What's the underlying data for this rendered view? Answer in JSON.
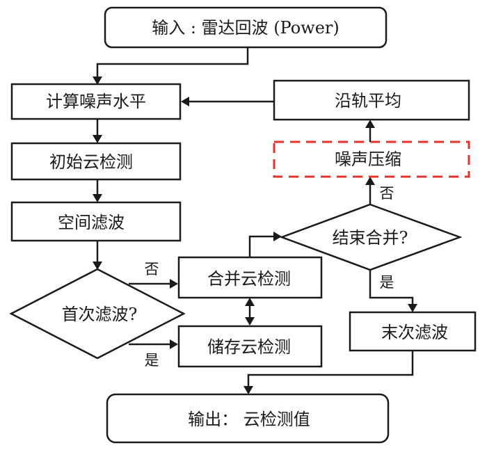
{
  "diagram": {
    "type": "flowchart",
    "nodes": {
      "input": "输入 : 雷达回波 (Power)",
      "noise_level": "计算噪声水平",
      "initial_detection": "初始云检测",
      "spatial_filter": "空间滤波",
      "first_filter_decision": "首次滤波?",
      "merge_detection": "合并云检测",
      "store_detection": "储存云检测",
      "end_merge_decision": "结束合并?",
      "noise_compression": "噪声压缩",
      "along_track_average": "沿轨平均",
      "final_filter": "末次滤波",
      "output": "输出： 云检测值"
    },
    "edge_labels": {
      "first_no": "否",
      "first_yes": "是",
      "end_no": "否",
      "end_yes": "是"
    },
    "edges": [
      {
        "from": "input",
        "to": "noise_level"
      },
      {
        "from": "noise_level",
        "to": "initial_detection"
      },
      {
        "from": "initial_detection",
        "to": "spatial_filter"
      },
      {
        "from": "spatial_filter",
        "to": "first_filter_decision"
      },
      {
        "from": "first_filter_decision",
        "to": "merge_detection",
        "label": "否"
      },
      {
        "from": "first_filter_decision",
        "to": "store_detection",
        "label": "是"
      },
      {
        "from": "merge_detection",
        "to": "store_detection",
        "bidirectional": true
      },
      {
        "from": "merge_detection",
        "to": "end_merge_decision"
      },
      {
        "from": "end_merge_decision",
        "to": "noise_compression",
        "label": "否"
      },
      {
        "from": "noise_compression",
        "to": "along_track_average"
      },
      {
        "from": "along_track_average",
        "to": "noise_level"
      },
      {
        "from": "end_merge_decision",
        "to": "final_filter",
        "label": "是"
      },
      {
        "from": "final_filter",
        "to": "output"
      }
    ],
    "colors": {
      "stroke": "#1a1a1a",
      "highlight_dashed": "#e8302d"
    }
  }
}
